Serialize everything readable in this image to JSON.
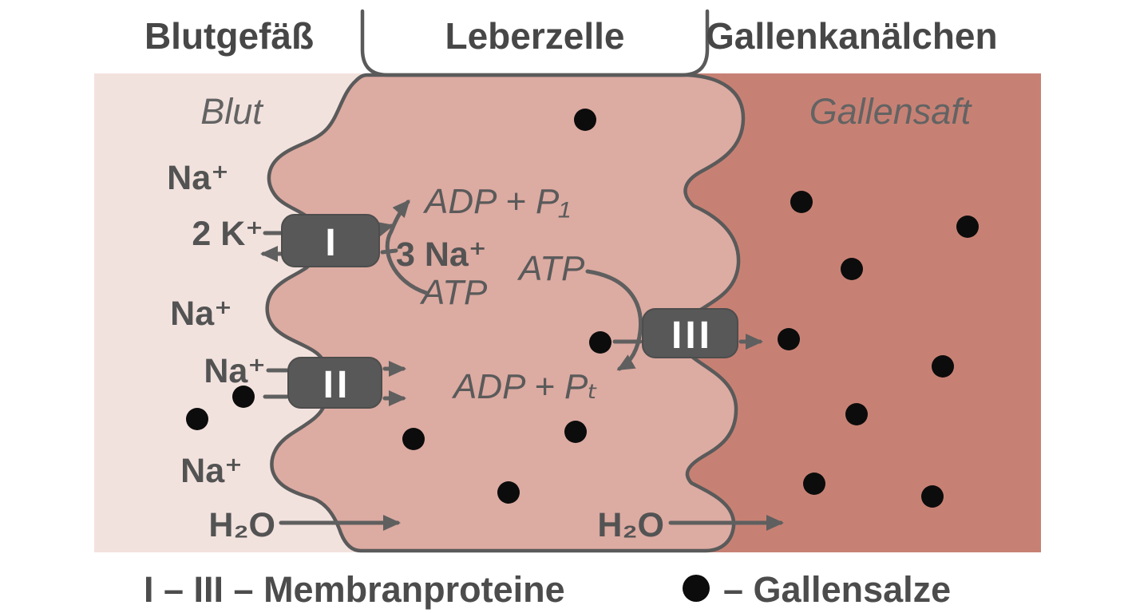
{
  "figure": {
    "header": {
      "blutgefaess": "Blutgefäß",
      "leberzelle": "Leberzelle",
      "gallenkanaelchen": "Gallenkanälchen"
    },
    "regions": {
      "blood_label": "Blut",
      "bile_label": "Gallensaft"
    },
    "molecules": {
      "na_plus_1": "Na⁺",
      "k_2": "2 K⁺",
      "na_plus_2": "Na⁺",
      "na_plus_3": "Na⁺",
      "na_plus_4": "Na⁺",
      "h2o_left": "H₂O",
      "adp_p1": "ADP + P₁",
      "na_3": "3 Na⁺",
      "atp_1": "ATP",
      "atp_2": "ATP",
      "adp_pt": "ADP + Pₜ",
      "h2o_right": "H₂O"
    },
    "proteins": {
      "i": "I",
      "ii": "II",
      "iii": "III"
    },
    "legend": {
      "membrane_proteins": "I – III – Membranproteine",
      "bile_salts": "– Gallensalze"
    },
    "colors": {
      "blood": "#f2e2de",
      "cell": "#dcaba2",
      "bile": "#c78174",
      "membrane": "#5a5a5a",
      "protein_box": "#585858",
      "arrow": "#5f5f5f",
      "salt_dot": "#0c0c0c",
      "heading_text": "#474747",
      "label_text": "#535353"
    },
    "dot_radius": 14,
    "dots": {
      "blood": [
        [
          247,
          525
        ],
        [
          305,
          497
        ]
      ],
      "cell": [
        [
          733,
          150
        ],
        [
          752,
          429
        ],
        [
          518,
          550
        ],
        [
          721,
          541
        ],
        [
          637,
          617
        ]
      ],
      "bile": [
        [
          1004,
          253
        ],
        [
          1212,
          284
        ],
        [
          1067,
          337
        ],
        [
          988,
          425
        ],
        [
          1181,
          459
        ],
        [
          1073,
          519
        ],
        [
          1020,
          606
        ],
        [
          1168,
          622
        ]
      ]
    }
  }
}
